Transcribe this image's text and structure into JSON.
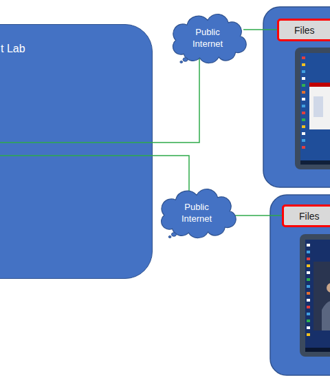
{
  "diagram": {
    "nodes": [
      {
        "text": [
          "t Lab"
        ]
      },
      {
        "text": [
          "Public Internet"
        ]
      },
      {
        "text": [
          "Files"
        ]
      },
      {
        "text": [
          "Public Internet"
        ]
      },
      {
        "text": [
          "Files"
        ]
      }
    ],
    "edges": [
      {
        "from": 0,
        "to": 1,
        "arrow": "none"
      },
      {
        "from": 1,
        "to": 2,
        "arrow": "none"
      },
      {
        "from": 0,
        "to": 3,
        "arrow": "none"
      },
      {
        "from": 3,
        "to": 4,
        "arrow": "none"
      }
    ]
  }
}
